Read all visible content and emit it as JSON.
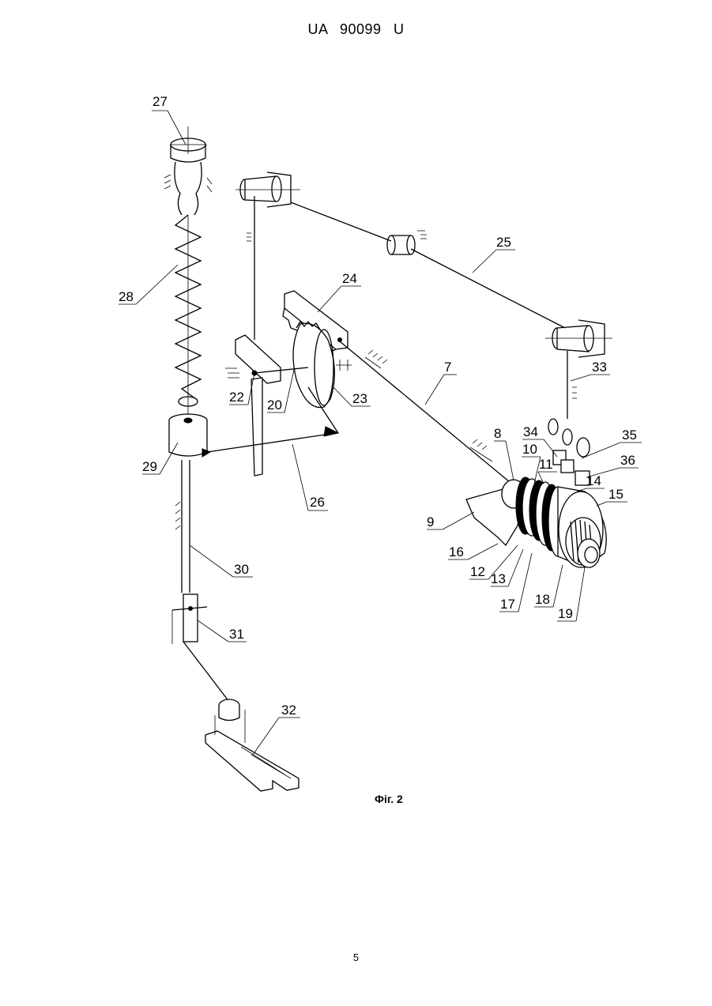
{
  "header": {
    "text": "UA   90099   U"
  },
  "figure": {
    "caption": "Фіг. 2",
    "labels": [
      "27",
      "28",
      "29",
      "30",
      "31",
      "32",
      "22",
      "20",
      "26",
      "23",
      "24",
      "7",
      "25",
      "33",
      "8",
      "34",
      "35",
      "10",
      "11",
      "36",
      "14",
      "15",
      "9",
      "16",
      "12",
      "13",
      "17",
      "18",
      "19"
    ]
  },
  "footer": {
    "page_number": "5"
  }
}
